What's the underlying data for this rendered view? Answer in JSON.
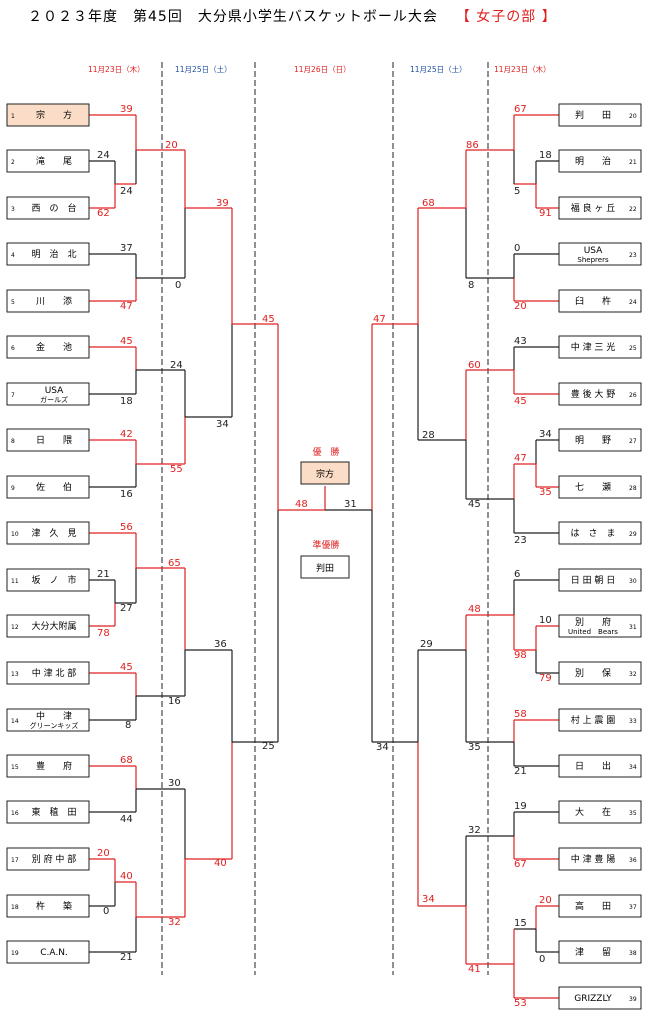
{
  "title": {
    "main": "２０２３年度　第45回　大分県小学生バスケットボール大会",
    "division": "【 女子の部 】"
  },
  "dates": {
    "left_r1": "11月23日（木）",
    "left_r2": "11月25日（土）",
    "final": "11月26日（日）",
    "right_r2": "11月25日（土）",
    "right_r1": "11月23日（木）"
  },
  "awards": {
    "champion_label": "優　勝",
    "champion": "宗方",
    "runnerup_label": "準優勝",
    "runnerup": "判田"
  },
  "teams": [
    {
      "no": "1",
      "name": "宗　　方"
    },
    {
      "no": "2",
      "name": "滝　　尾"
    },
    {
      "no": "3",
      "name": "西　の　台"
    },
    {
      "no": "4",
      "name": "明　治　北"
    },
    {
      "no": "5",
      "name": "川　　添"
    },
    {
      "no": "6",
      "name": "金　　池"
    },
    {
      "no": "7",
      "name": "USA",
      "name2": "ガールズ"
    },
    {
      "no": "8",
      "name": "日　　隈"
    },
    {
      "no": "9",
      "name": "佐　　伯"
    },
    {
      "no": "10",
      "name": "津　久　見"
    },
    {
      "no": "11",
      "name": "坂　ノ　市"
    },
    {
      "no": "12",
      "name": "大分大附属"
    },
    {
      "no": "13",
      "name": "中 津 北 部"
    },
    {
      "no": "14",
      "name": "中　　津",
      "name2": "グリーンキッズ"
    },
    {
      "no": "15",
      "name": "豊　　府"
    },
    {
      "no": "16",
      "name": "東　稙　田"
    },
    {
      "no": "17",
      "name": "別 府 中 部"
    },
    {
      "no": "18",
      "name": "杵　　築"
    },
    {
      "no": "19",
      "name": "C.A.N."
    },
    {
      "no": "20",
      "name": "判　　田"
    },
    {
      "no": "21",
      "name": "明　　治"
    },
    {
      "no": "22",
      "name": "福 良 ヶ 丘"
    },
    {
      "no": "23",
      "name": "USA",
      "name2": "Sheprers"
    },
    {
      "no": "24",
      "name": "臼　　杵"
    },
    {
      "no": "25",
      "name": "中 津 三 光"
    },
    {
      "no": "26",
      "name": "豊 後 大 野"
    },
    {
      "no": "27",
      "name": "明　　野"
    },
    {
      "no": "28",
      "name": "七　　瀬"
    },
    {
      "no": "29",
      "name": "は　さ　ま"
    },
    {
      "no": "30",
      "name": "日 田 朝 日"
    },
    {
      "no": "31",
      "name": "別　　府",
      "name2": "United　Bears"
    },
    {
      "no": "32",
      "name": "別　　保"
    },
    {
      "no": "33",
      "name": "村 上 震 園"
    },
    {
      "no": "34",
      "name": "日　　出"
    },
    {
      "no": "35",
      "name": "大　　在"
    },
    {
      "no": "36",
      "name": "中 津 豊 陽"
    },
    {
      "no": "37",
      "name": "高　　田"
    },
    {
      "no": "38",
      "name": "津　　留"
    },
    {
      "no": "39",
      "name": "GRIZZLY"
    }
  ],
  "scores": {
    "s1": "39",
    "s2": "24",
    "s3": "24",
    "s4": "62",
    "s5": "20",
    "s6": "37",
    "s7": "47",
    "s8": "0",
    "s9": "39",
    "s10": "45",
    "s11": "18",
    "s12": "24",
    "s13": "42",
    "s14": "16",
    "s15": "55",
    "s16": "34",
    "s17": "45",
    "s18": "56",
    "s19": "21",
    "s20": "27",
    "s21": "78",
    "s22": "65",
    "s23": "45",
    "s24": "8",
    "s25": "16",
    "s26": "36",
    "s27": "68",
    "s28": "44",
    "s29": "30",
    "s30": "20",
    "s31": "40",
    "s32": "0",
    "s33": "21",
    "s34": "32",
    "s35": "40",
    "s36": "25",
    "s37": "48",
    "s38": "31",
    "s39": "67",
    "s40": "18",
    "s41": "5",
    "s42": "91",
    "s43": "86",
    "s44": "0",
    "s45": "20",
    "s46": "8",
    "s47": "68",
    "s48": "43",
    "s49": "45",
    "s50": "60",
    "s51": "34",
    "s52": "47",
    "s53": "35",
    "s54": "23",
    "s55": "45",
    "s56": "28",
    "s57": "47",
    "s58": "6",
    "s59": "10",
    "s60": "98",
    "s61": "79",
    "s62": "48",
    "s63": "58",
    "s64": "21",
    "s65": "35",
    "s66": "29",
    "s67": "19",
    "s68": "67",
    "s69": "32",
    "s70": "20",
    "s71": "0",
    "s72": "15",
    "s73": "53",
    "s74": "41",
    "s75": "34",
    "s76": "34"
  },
  "colors": {
    "win": "#e02020",
    "lose": "#222222",
    "champion_bg": "#fbdcc6",
    "team1_bg": "#fbdcc6",
    "date_left": "#e02020",
    "date_mid": "#1f4e9e"
  }
}
